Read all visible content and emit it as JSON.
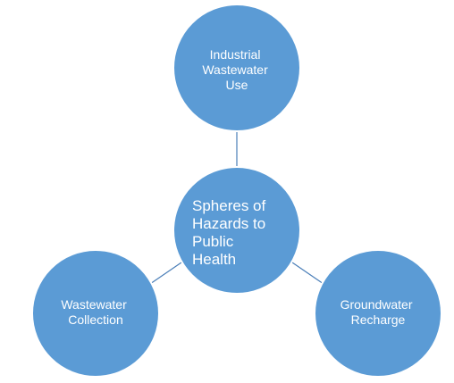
{
  "diagram": {
    "fill_color": "#5b9bd5",
    "line_color": "#4a7eb8",
    "center": {
      "lines": [
        "Spheres of",
        "Hazards to",
        "Public",
        "Health"
      ]
    },
    "top": {
      "lines": [
        "Industrial",
        "Wastewater",
        "Use"
      ]
    },
    "left": {
      "lines": [
        "Wastewater",
        "Collection"
      ]
    },
    "right": {
      "lines": [
        "Groundwater",
        "Recharge"
      ]
    }
  }
}
